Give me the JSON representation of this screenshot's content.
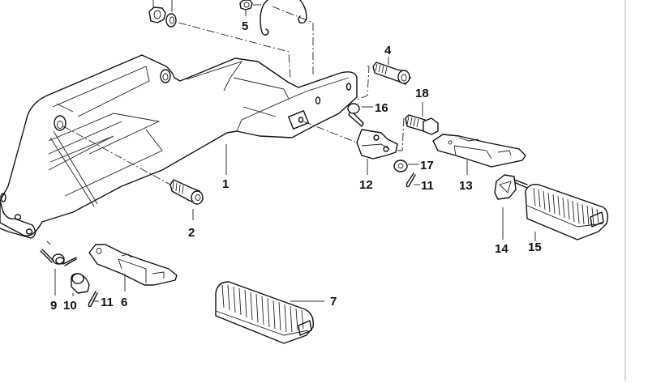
{
  "diagram": {
    "type": "exploded-parts-view",
    "callouts": [
      {
        "id": "c1",
        "label": "1"
      },
      {
        "id": "c2",
        "label": "2"
      },
      {
        "id": "c4",
        "label": "4"
      },
      {
        "id": "c5",
        "label": "5"
      },
      {
        "id": "c6",
        "label": "6"
      },
      {
        "id": "c7",
        "label": "7"
      },
      {
        "id": "c9",
        "label": "9"
      },
      {
        "id": "c10",
        "label": "10"
      },
      {
        "id": "c11a",
        "label": "11"
      },
      {
        "id": "c11b",
        "label": "11"
      },
      {
        "id": "c12",
        "label": "12"
      },
      {
        "id": "c13",
        "label": "13"
      },
      {
        "id": "c14",
        "label": "14"
      },
      {
        "id": "c15",
        "label": "15"
      },
      {
        "id": "c16",
        "label": "16"
      },
      {
        "id": "c17",
        "label": "17"
      },
      {
        "id": "c18",
        "label": "18"
      }
    ],
    "colors": {
      "line": "#111111",
      "background": "#ffffff",
      "divider": "#bdbdbd"
    }
  }
}
